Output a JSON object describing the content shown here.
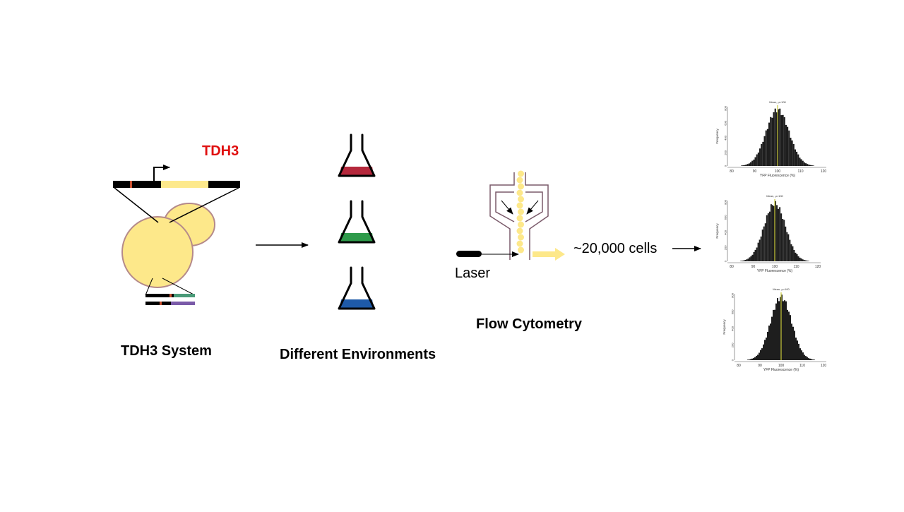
{
  "colors": {
    "tdh3_label": "#e01010",
    "cell_fill": "#fde88a",
    "cell_outline": "#b58a8a",
    "yfp_bar": "#fde98c",
    "flask_red": "#b5283c",
    "flask_green": "#2e9a4a",
    "flask_blue": "#1e5aa8",
    "cassette_green": "#4a9a78",
    "cassette_purple": "#7a5aa8",
    "histogram_bar": "#1e1e1e",
    "mean_line": "#c8c83a",
    "channel_wall": "#7a5a6a",
    "flow_arrow": "#fde88a"
  },
  "tdh3_system": {
    "gene_label": "TDH3",
    "caption": "TDH3 System"
  },
  "environments": {
    "caption": "Different Environments",
    "flasks": [
      {
        "name": "red",
        "color": "#b5283c"
      },
      {
        "name": "green",
        "color": "#2e9a4a"
      },
      {
        "name": "blue",
        "color": "#1e5aa8"
      }
    ]
  },
  "cytometry": {
    "laser_label": "Laser",
    "caption": "Flow Cytometry",
    "cell_count": "~20,000 cells"
  },
  "histograms": [
    {
      "title": "Mean, μ=100",
      "ylabel": "Frequency",
      "xlabel": "YFP Fluorescence (%)",
      "xticks": [
        "80",
        "90",
        "100",
        "110",
        "120"
      ],
      "yticks": [
        "0",
        "200",
        "400",
        "600",
        "800"
      ],
      "xlim": [
        80,
        120
      ],
      "ylim": [
        0,
        800
      ],
      "mean": 100
    },
    {
      "title": "Mean, μ=100",
      "ylabel": "Frequency",
      "xlabel": "YFP Fluorescence (%)",
      "xticks": [
        "80",
        "90",
        "100",
        "110",
        "120"
      ],
      "yticks": [
        "0",
        "200",
        "400",
        "600",
        "800"
      ],
      "xlim": [
        80,
        120
      ],
      "ylim": [
        0,
        800
      ],
      "mean": 100
    },
    {
      "title": "Mean, μ=100",
      "ylabel": "Frequency",
      "xlabel": "YFP Fluorescence (%)",
      "xticks": [
        "80",
        "90",
        "100",
        "110",
        "120"
      ],
      "yticks": [
        "0",
        "200",
        "400",
        "600",
        "800"
      ],
      "xlim": [
        80,
        120
      ],
      "ylim": [
        0,
        800
      ],
      "mean": 100
    }
  ]
}
